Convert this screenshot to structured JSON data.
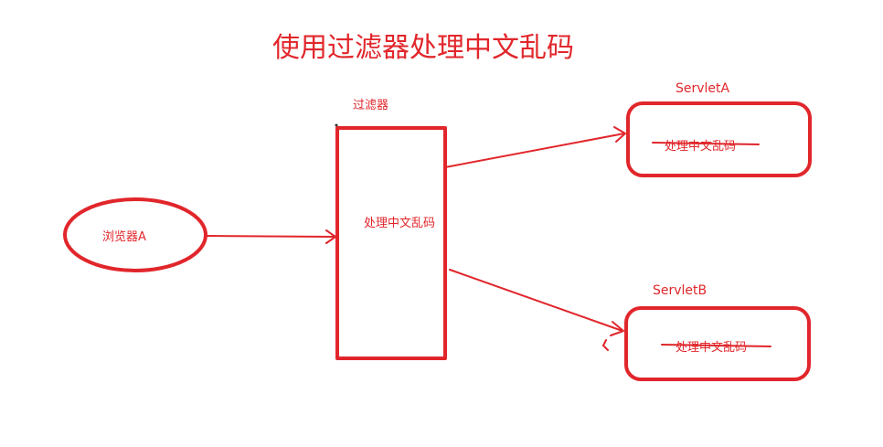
{
  "title": "使用过滤器处理中文乱码",
  "browser": {
    "label": "浏览器A"
  },
  "filter": {
    "title": "过滤器",
    "body": "处理中文乱码"
  },
  "servlets": [
    {
      "title": "ServletA",
      "body": "处理中文乱码"
    },
    {
      "title": "ServletB",
      "body": "处理中文乱码"
    }
  ],
  "colors": {
    "stroke": "#e1262b",
    "text": "#e1262b"
  }
}
